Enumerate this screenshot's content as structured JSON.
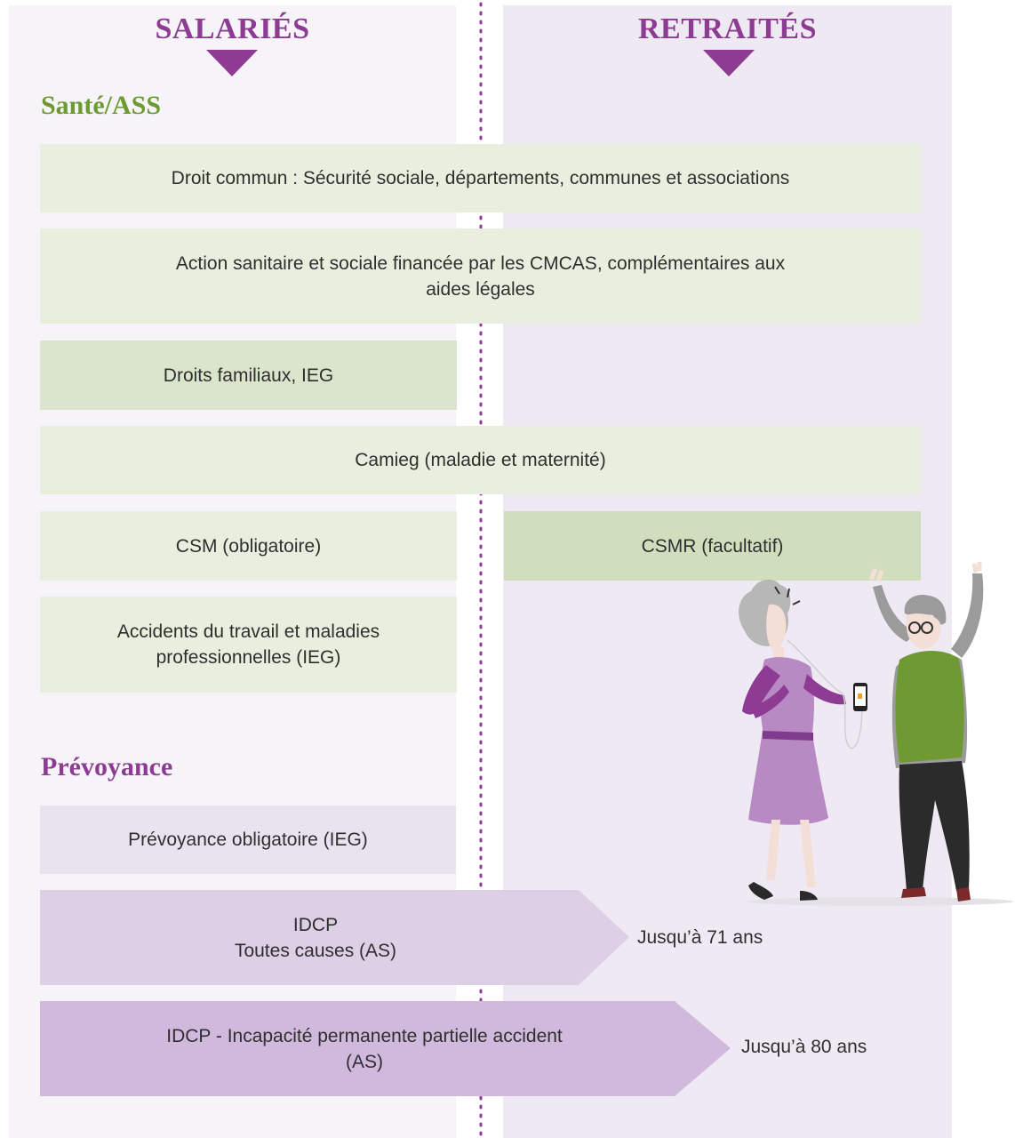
{
  "columns": {
    "left": "SALARIÉS",
    "right": "RETRAITÉS"
  },
  "sections": {
    "sante": {
      "title": "Santé/ASS",
      "boxes": [
        "Droit commun : Sécurité sociale, départements, communes et associations",
        "Action sanitaire et sociale financée par les CMCAS, complémentaires aux aides légales",
        "Droits familiaux, IEG",
        "Camieg (maladie et maternité)",
        "CSM (obligatoire)",
        "CSMR (facultatif)",
        "Accidents du travail et maladies professionnelles (IEG)"
      ]
    },
    "prevoyance": {
      "title": "Prévoyance",
      "box": "Prévoyance obligatoire (IEG)",
      "arrows": [
        {
          "line1": "IDCP",
          "line2": "Toutes causes (AS)",
          "age": "Jusqu’à 71 ans"
        },
        {
          "line1": "IDCP - Incapacité permanente partielle accident",
          "line2": "(AS)",
          "age": "Jusqu’à 80 ans"
        }
      ]
    }
  },
  "colors": {
    "purple": "#8e3b94",
    "green": "#6f9a33",
    "arrow1": "#dccfe6",
    "arrow2": "#d1b8dd"
  },
  "illustration": {
    "icon": "retired-couple-dancing-illustration"
  }
}
